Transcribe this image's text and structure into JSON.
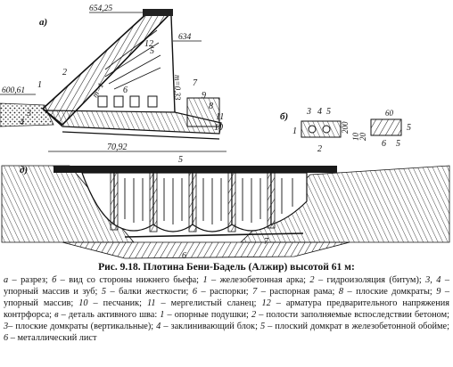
{
  "figure": {
    "panel_labels": {
      "a": "а)",
      "b": "б)",
      "d": "д)"
    },
    "elevations": {
      "top": "654,25",
      "right": "634",
      "left": "600,61"
    },
    "slopes": {
      "s1": "m=1",
      "s2": "m=0,33"
    },
    "dimensions": {
      "base": "70,92",
      "b_height": "200",
      "b_width_a": "10",
      "b_width_b": "20",
      "b_top": "60"
    },
    "numbers_a": [
      "1",
      "2",
      "3",
      "4",
      "5",
      "6",
      "7",
      "8",
      "9",
      "10",
      "11",
      "12",
      "5"
    ],
    "numbers_b": [
      "1",
      "2",
      "3",
      "4",
      "5"
    ],
    "numbers_d": [
      "6",
      "7"
    ]
  },
  "caption": {
    "title": "Рис. 9.18. Плотина Бени-Бадель (Алжир) высотой 61 м:",
    "body": [
      {
        "t": "а",
        "i": true
      },
      {
        "t": " – разрез; "
      },
      {
        "t": "б",
        "i": true
      },
      {
        "t": " – вид со стороны нижнего бьефа; "
      },
      {
        "t": "1",
        "i": true
      },
      {
        "t": " – железобетонная арка; "
      },
      {
        "t": "2",
        "i": true
      },
      {
        "t": " – гидроизоляция (битум); "
      },
      {
        "t": "3, 4",
        "i": true
      },
      {
        "t": " – упорный массив и зуб; "
      },
      {
        "t": "5",
        "i": true
      },
      {
        "t": " – балки жесткости; "
      },
      {
        "t": "6",
        "i": true
      },
      {
        "t": " – распорки; "
      },
      {
        "t": "7",
        "i": true
      },
      {
        "t": " – распорная рама; "
      },
      {
        "t": "8",
        "i": true
      },
      {
        "t": " – плоские домкраты; "
      },
      {
        "t": "9",
        "i": true
      },
      {
        "t": " – упорный массив; "
      },
      {
        "t": "10",
        "i": true
      },
      {
        "t": " – песчаник; "
      },
      {
        "t": "11",
        "i": true
      },
      {
        "t": " – мергелистый сланец; "
      },
      {
        "t": "12",
        "i": true
      },
      {
        "t": " – арматура предварительного напряжения контрфорса; "
      },
      {
        "t": "в",
        "i": true
      },
      {
        "t": " – деталь активного шва: "
      },
      {
        "t": "1",
        "i": true
      },
      {
        "t": " – опорные подушки; "
      },
      {
        "t": "2",
        "i": true
      },
      {
        "t": " – полости заполняемые вспоследствии бетоном; "
      },
      {
        "t": "3",
        "i": true
      },
      {
        "t": "– плоские домкраты (вертикальные); "
      },
      {
        "t": "4",
        "i": true
      },
      {
        "t": " – заклинивающий блок; "
      },
      {
        "t": "5",
        "i": true
      },
      {
        "t": " – плоский домкрат в железобетонной обойме; "
      },
      {
        "t": "6",
        "i": true
      },
      {
        "t": " – металлический лист"
      }
    ]
  }
}
